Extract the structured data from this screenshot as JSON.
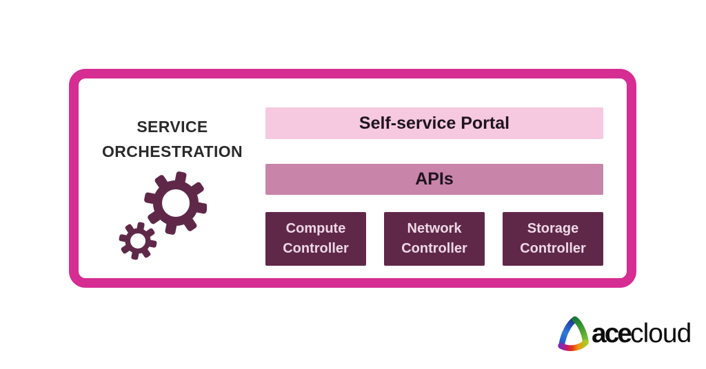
{
  "diagram": {
    "title_line1": "SERVICE",
    "title_line2": "ORCHESTRATION",
    "portal_label": "Self-service Portal",
    "apis_label": "APIs",
    "controllers": [
      {
        "line1": "Compute",
        "line2": "Controller"
      },
      {
        "line1": "Network",
        "line2": "Controller"
      },
      {
        "line1": "Storage",
        "line2": "Controller"
      }
    ],
    "icons": {
      "gears": "gears-icon"
    },
    "colors": {
      "frame_border": "#d62d93",
      "portal_bg": "#f6c9e0",
      "apis_bg": "#c884a9",
      "controller_bg": "#5f2848",
      "controller_text": "#eed9e6",
      "gears": "#5f2848",
      "title_text": "#2a2a2a",
      "bar_text": "#1e141f"
    }
  },
  "branding": {
    "name_bold": "ace",
    "name_regular": "cloud",
    "icon": "acecloud-triangle-logo-icon",
    "text_color": "#0d0d0d"
  }
}
